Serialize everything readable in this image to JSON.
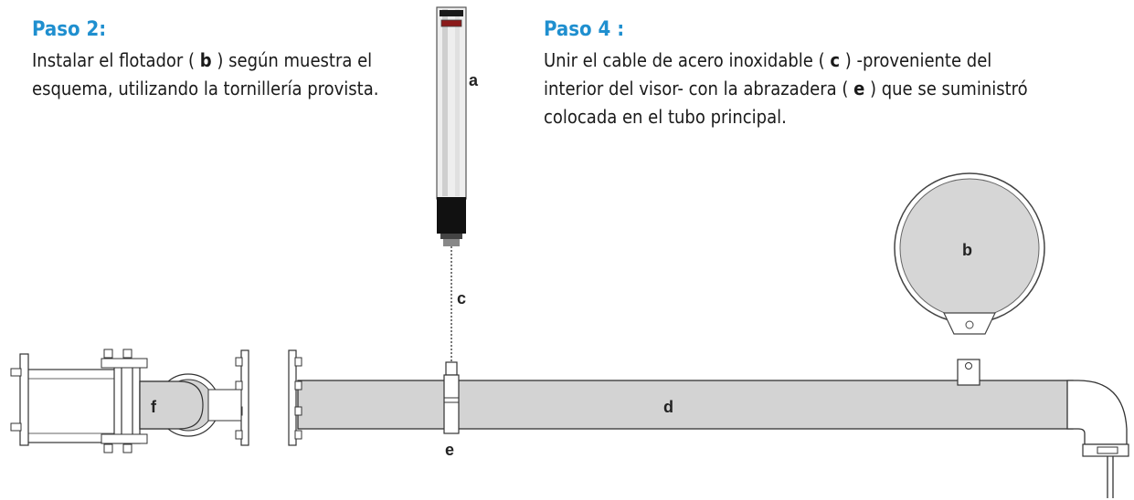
{
  "step2": {
    "title": "Paso 2:",
    "text_before": "Instalar el flotador ( ",
    "key": "b",
    "text_after": " ) según muestra el esquema, utilizando la tornillería provista."
  },
  "step4": {
    "title": "Paso 4 :",
    "text_1": "Unir el cable de acero inoxidable ( ",
    "key_1": "c",
    "text_2": " ) -proveniente del interior del visor- con la abrazadera ( ",
    "key_2": "e",
    "text_3": " ) que se suministró colocada en el tubo principal."
  },
  "labels": {
    "a": "a",
    "b": "b",
    "c": "c",
    "d": "d",
    "e": "e",
    "f": "f"
  },
  "colors": {
    "title": "#1f8fcf",
    "pipe_fill": "#d3d3d3",
    "outline": "#333333",
    "dark_red": "#8b1a1a"
  }
}
